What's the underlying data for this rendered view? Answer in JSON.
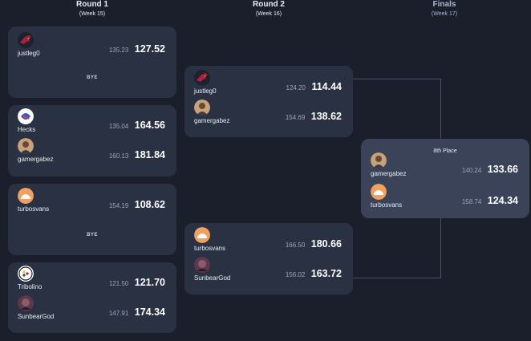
{
  "rounds": [
    {
      "title": "Round 1",
      "week": "(Week 15)"
    },
    {
      "title": "Round 2",
      "week": "(Week 16)"
    },
    {
      "title": "Finals",
      "week": "(Week 17)"
    }
  ],
  "bye_label": "BYE",
  "place_label": "8th Place",
  "colors": {
    "background": "#1b1f2b",
    "card": "#2a3142",
    "card_highlight": "#3a4358",
    "connector": "#4a5266"
  },
  "round1": {
    "m1": {
      "team1": {
        "name": "justleg0",
        "avatar": "cardinals-logo",
        "projected": "135.23",
        "score": "127.52"
      }
    },
    "m2": {
      "team1": {
        "name": "Hecks",
        "avatar": "hecks-logo",
        "projected": "135.04",
        "score": "164.56"
      },
      "team2": {
        "name": "gamergabez",
        "avatar": "gamergabez-photo",
        "projected": "160.13",
        "score": "181.84"
      }
    },
    "m3": {
      "team1": {
        "name": "turbosvans",
        "avatar": "turbosvans-logo",
        "projected": "154.19",
        "score": "108.62"
      }
    },
    "m4": {
      "team1": {
        "name": "Tribolino",
        "avatar": "steelers-logo",
        "projected": "121.50",
        "score": "121.70"
      },
      "team2": {
        "name": "SunbearGod",
        "avatar": "sunbeargod-photo",
        "projected": "147.91",
        "score": "174.34"
      }
    }
  },
  "round2": {
    "m1": {
      "team1": {
        "name": "justleg0",
        "avatar": "cardinals-logo",
        "projected": "124.20",
        "score": "114.44"
      },
      "team2": {
        "name": "gamergabez",
        "avatar": "gamergabez-photo",
        "projected": "154.69",
        "score": "138.62"
      }
    },
    "m2": {
      "team1": {
        "name": "turbosvans",
        "avatar": "turbosvans-logo",
        "projected": "166.50",
        "score": "180.66"
      },
      "team2": {
        "name": "SunbearGod",
        "avatar": "sunbeargod-photo",
        "projected": "156.02",
        "score": "163.72"
      }
    }
  },
  "finals": {
    "m1": {
      "team1": {
        "name": "gamergabez",
        "avatar": "gamergabez-photo",
        "projected": "140.24",
        "score": "133.66"
      },
      "team2": {
        "name": "turbosvans",
        "avatar": "turbosvans-logo",
        "projected": "158.74",
        "score": "124.34"
      }
    }
  }
}
